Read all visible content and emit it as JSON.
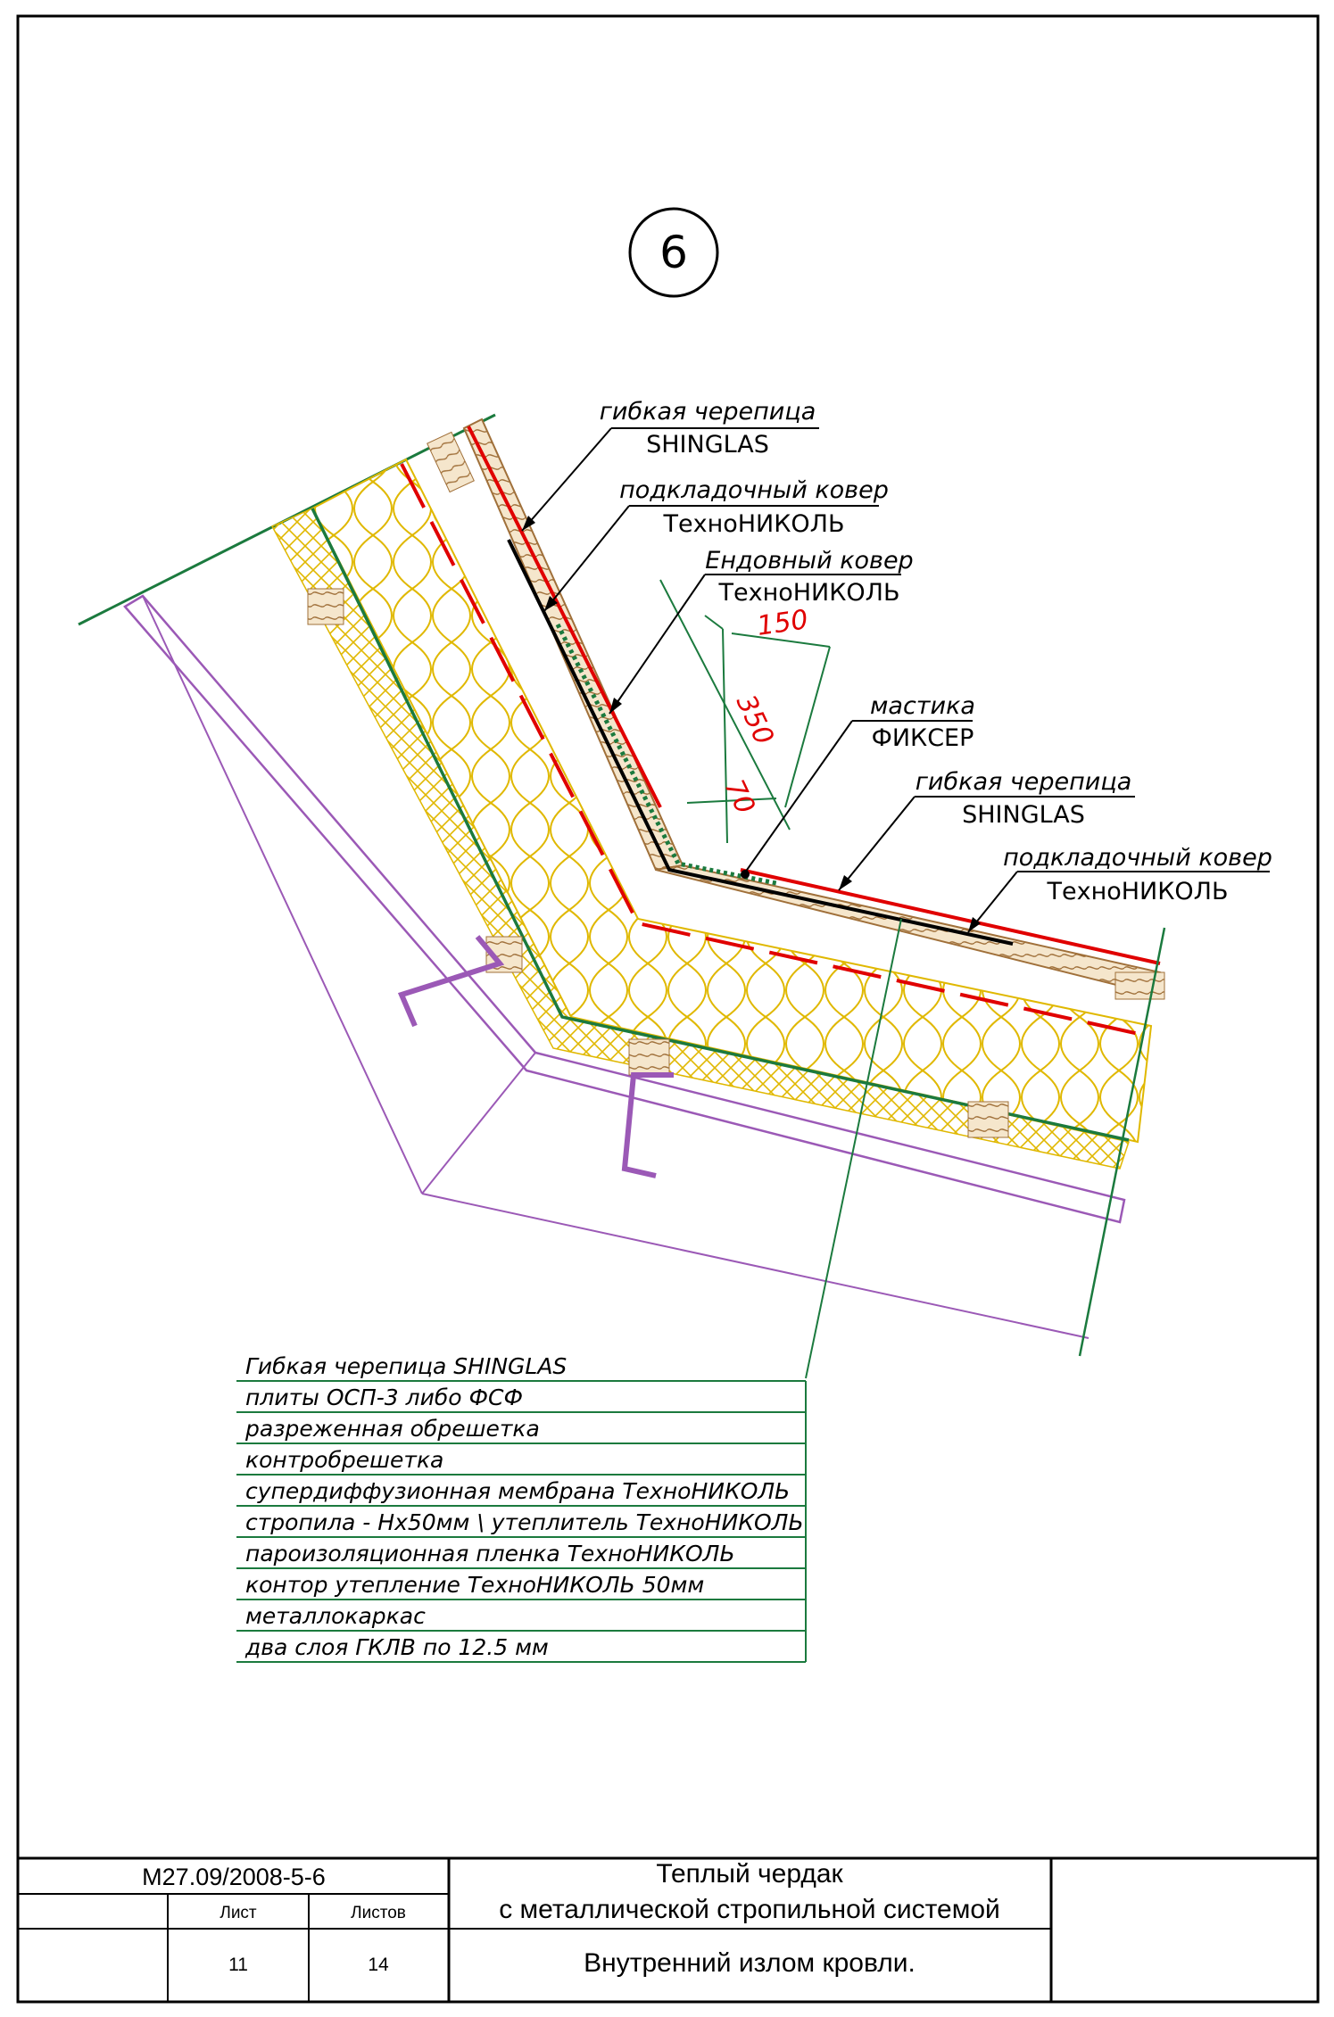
{
  "detail_number": "6",
  "callouts": [
    {
      "line1": "гибкая черепица",
      "line2": "SHINGLAS"
    },
    {
      "line1": "подкладочный ковер",
      "line2": "ТехноНИКОЛЬ"
    },
    {
      "line1": "Ендовный ковер",
      "line2": "ТехноНИКОЛЬ"
    },
    {
      "line1": "мастика",
      "line2": "ФИКСЕР"
    },
    {
      "line1": "гибкая черепица",
      "line2": "SHINGLAS"
    },
    {
      "line1": "подкладочный ковер",
      "line2": "ТехноНИКОЛЬ"
    }
  ],
  "dimensions": {
    "d150": "150",
    "d350": "350",
    "d70": "70"
  },
  "layers": [
    "Гибкая черепица SHINGLAS",
    "плиты ОСП-3 либо ФСФ",
    "разреженная обрешетка",
    "контробрешетка",
    "супердиффузионная мембрана ТехноНИКОЛЬ",
    "стропила - Hх50мм \\ утеплитель ТехноНИКОЛЬ",
    "пароизоляционная пленка ТехноНИКОЛЬ",
    "контор утепление  ТехноНИКОЛЬ 50мм",
    "металлокаркас",
    "два слоя ГКЛВ по 12.5 мм"
  ],
  "title_block": {
    "doc_code": "М27.09/2008-5-6",
    "title_line1": "Теплый чердак",
    "title_line2": "с металлической стропильной системой",
    "subtitle": "Внутренний излом кровли.",
    "sheet_label": "Лист",
    "sheets_label": "Листов",
    "sheet_value": "11",
    "sheets_value": "14"
  },
  "colors": {
    "frame": "#000000",
    "leader": "#1b7a3e",
    "dimension": "#e00000",
    "tile_red": "#e00000",
    "wood": "#a0703a",
    "insulation": "#e0b800",
    "steel": "#9b59b6",
    "membrane": "#1b7a3e"
  }
}
